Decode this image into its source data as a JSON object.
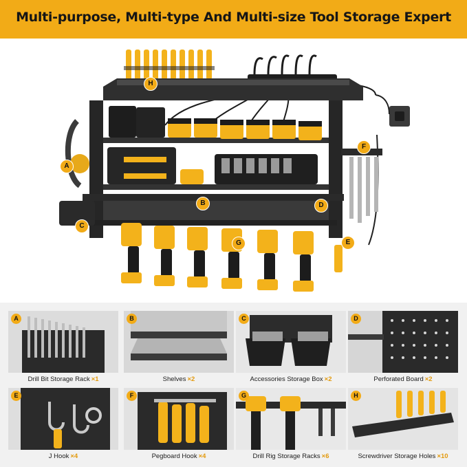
{
  "banner": {
    "title": "Multi-purpose, Multi-type And Multi-size Tool Storage Expert"
  },
  "colors": {
    "accent": "#f2ab17",
    "rack": "#2b2b2b",
    "tool": "#f3b21b"
  },
  "hero_labels": [
    "H",
    "F",
    "A",
    "B",
    "D",
    "C",
    "G",
    "E"
  ],
  "features": [
    {
      "letter": "A",
      "name": "Drill Bit Storage Rack",
      "mult": "×1"
    },
    {
      "letter": "B",
      "name": "Shelves",
      "mult": "×2"
    },
    {
      "letter": "C",
      "name": "Accessories Storage Box",
      "mult": "×2"
    },
    {
      "letter": "D",
      "name": "Perforated Board",
      "mult": "×2"
    },
    {
      "letter": "E",
      "name": "J Hook",
      "mult": "×4"
    },
    {
      "letter": "F",
      "name": "Pegboard Hook",
      "mult": "×4"
    },
    {
      "letter": "G",
      "name": "Drill Rig Storage Racks",
      "mult": "×6"
    },
    {
      "letter": "H",
      "name": "Screwdriver Storage Holes",
      "mult": "×10"
    }
  ]
}
